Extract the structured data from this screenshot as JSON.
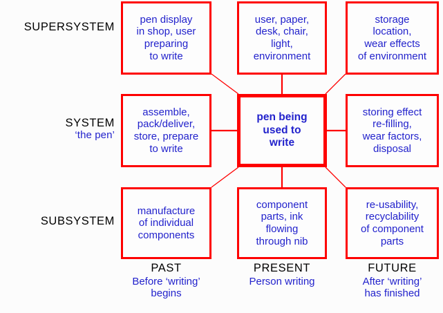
{
  "diagram": {
    "title": "Nine-windows system operator diagram for a pen",
    "colors": {
      "box_border": "#fe0000",
      "box_text": "#2222cc",
      "label_text": "#000000",
      "connector": "#fe0000",
      "background": "#fcfcfc"
    },
    "row_labels": [
      {
        "main": "SUPERSYSTEM",
        "sub": ""
      },
      {
        "main": "SYSTEM",
        "sub": "‘the pen’"
      },
      {
        "main": "SUBSYSTEM",
        "sub": ""
      }
    ],
    "column_labels": [
      {
        "main": "PAST",
        "sub": "Before ‘writing’\nbegins"
      },
      {
        "main": "PRESENT",
        "sub": "Person writing"
      },
      {
        "main": "FUTURE",
        "sub": "After ‘writing’\nhas finished"
      }
    ],
    "cells": [
      {
        "id": "supersystem-past",
        "text": "pen display\nin shop, user\npreparing\nto write"
      },
      {
        "id": "supersystem-present",
        "text": "user, paper,\ndesk, chair,\nlight,\nenvironment"
      },
      {
        "id": "supersystem-future",
        "text": "storage\nlocation,\nwear effects\nof environment"
      },
      {
        "id": "system-past",
        "text": "assemble,\npack/deliver,\nstore, prepare\nto write"
      },
      {
        "id": "system-present",
        "text": "pen being\nused to\nwrite"
      },
      {
        "id": "system-future",
        "text": "storing effect\nre-filling,\nwear factors,\ndisposal"
      },
      {
        "id": "subsystem-past",
        "text": "manufacture\nof individual\ncomponents"
      },
      {
        "id": "subsystem-present",
        "text": "component\nparts, ink\nflowing\nthrough nib"
      },
      {
        "id": "subsystem-future",
        "text": "re-usability,\nrecyclability\nof component\nparts"
      }
    ]
  }
}
